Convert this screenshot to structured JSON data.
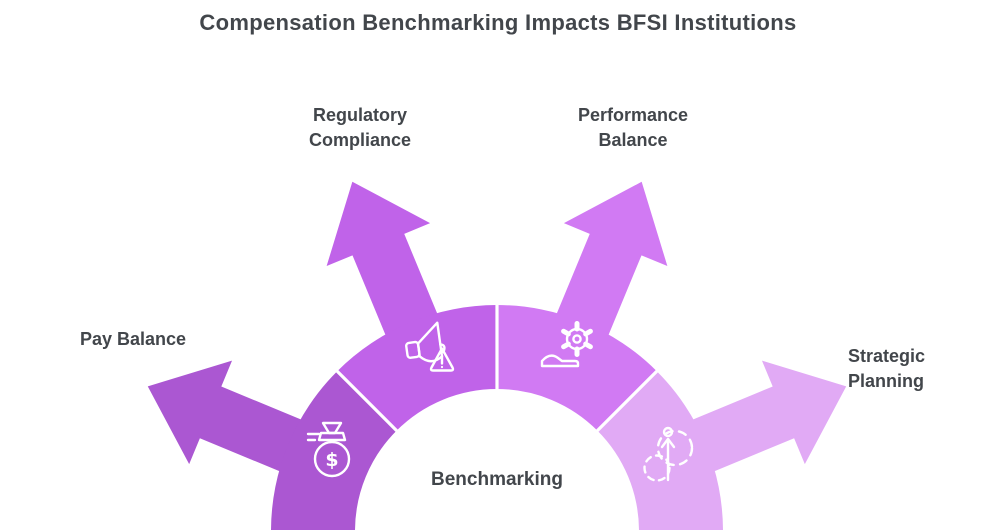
{
  "title": "Compensation Benchmarking Impacts BFSI Institutions",
  "background": "#ffffff",
  "text_color": "#42464b",
  "diagram": {
    "center_label": "Benchmarking",
    "currency_symbol": "$",
    "icon_color": "#ffffff",
    "divider_color": "#ffffff",
    "segments": [
      {
        "label": "Pay Balance",
        "icon": "money-bag-icon",
        "color": "#ab57d2"
      },
      {
        "label": "Regulatory Compliance",
        "icon": "megaphone-warning-icon",
        "color": "#c063e9"
      },
      {
        "label": "Performance Balance",
        "icon": "gear-hand-icon",
        "color": "#d17af3"
      },
      {
        "label": "Strategic Planning",
        "icon": "growth-arrow-icon",
        "color": "#e1aaf5"
      }
    ]
  }
}
